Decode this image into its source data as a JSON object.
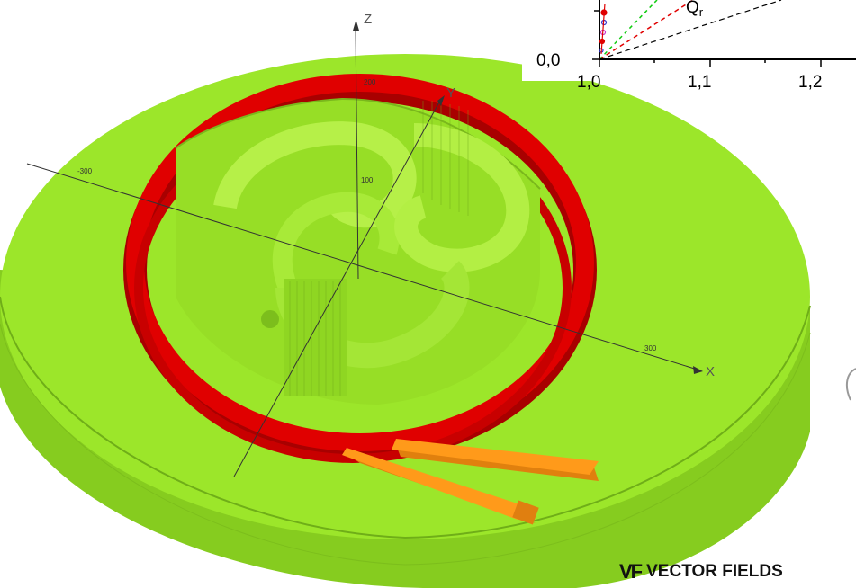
{
  "scene": {
    "axes": {
      "z_label": "Z",
      "y_label": "Y",
      "x_label": "X"
    },
    "tick_labels": {
      "z_200": "200",
      "z_100": "100",
      "x_neg300": "-300",
      "x_300": "300"
    },
    "colors": {
      "body": "#9ce62a",
      "body_dark": "#86cc1f",
      "coil": "#e00000",
      "coil_dark": "#a80000",
      "leads": "#ff9a1a"
    }
  },
  "inset_plot": {
    "y_tick_0": "0,0",
    "x_ticks": [
      "1,0",
      "1,1",
      "1,2"
    ],
    "annotation": "Q",
    "annotation_sub": "r"
  },
  "logo": {
    "mark": "VF",
    "name": "VECTOR FIELDS"
  }
}
